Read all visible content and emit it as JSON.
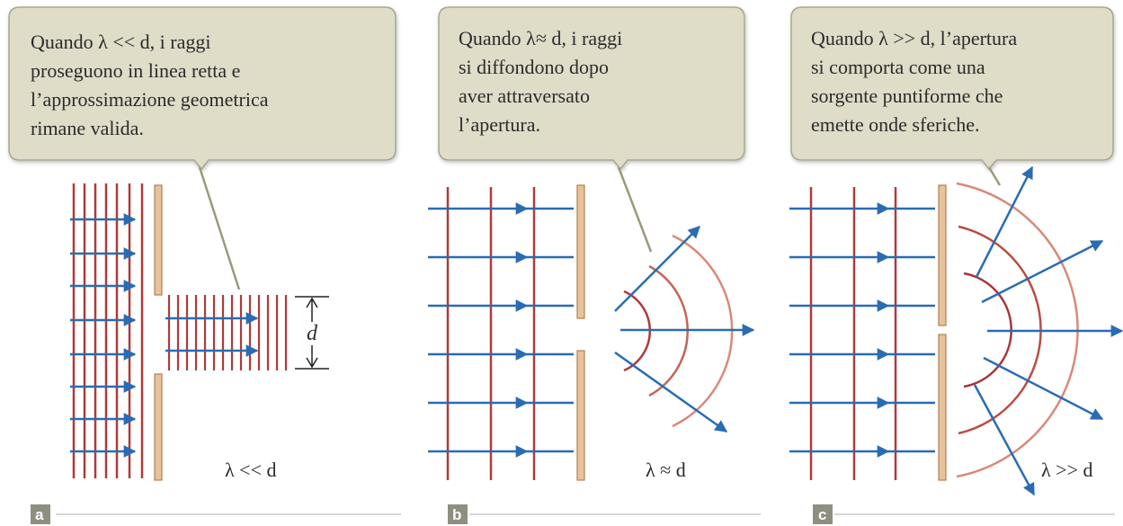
{
  "panels": [
    {
      "letter": "a",
      "callout": [
        "Quando λ << d, i raggi",
        "proseguono in linea retta e",
        "l’approssimazione geometrica",
        "rimane valida."
      ],
      "condition": "λ << d"
    },
    {
      "letter": "b",
      "callout": [
        "Quando λ≈ d, i raggi",
        "si diffondono dopo",
        "aver attraversato",
        "l’apertura."
      ],
      "condition": "λ ≈ d"
    },
    {
      "letter": "c",
      "callout": [
        "Quando λ >> d, l’apertura",
        "si comporta come una",
        "sorgente puntiforme che",
        "emette onde sferiche."
      ],
      "condition": "λ >> d"
    }
  ],
  "gap_label": "d",
  "colors": {
    "wavefront": "#b03a3a",
    "wavefront_light": "#d9897a",
    "ray": "#2a6cb3",
    "barrier": "#e7c39b",
    "barrier_stroke": "#b08052",
    "callout_bg": "#dfdcc8",
    "callout_stroke": "#a9a68f",
    "letter_badge": "#8f8f80"
  }
}
